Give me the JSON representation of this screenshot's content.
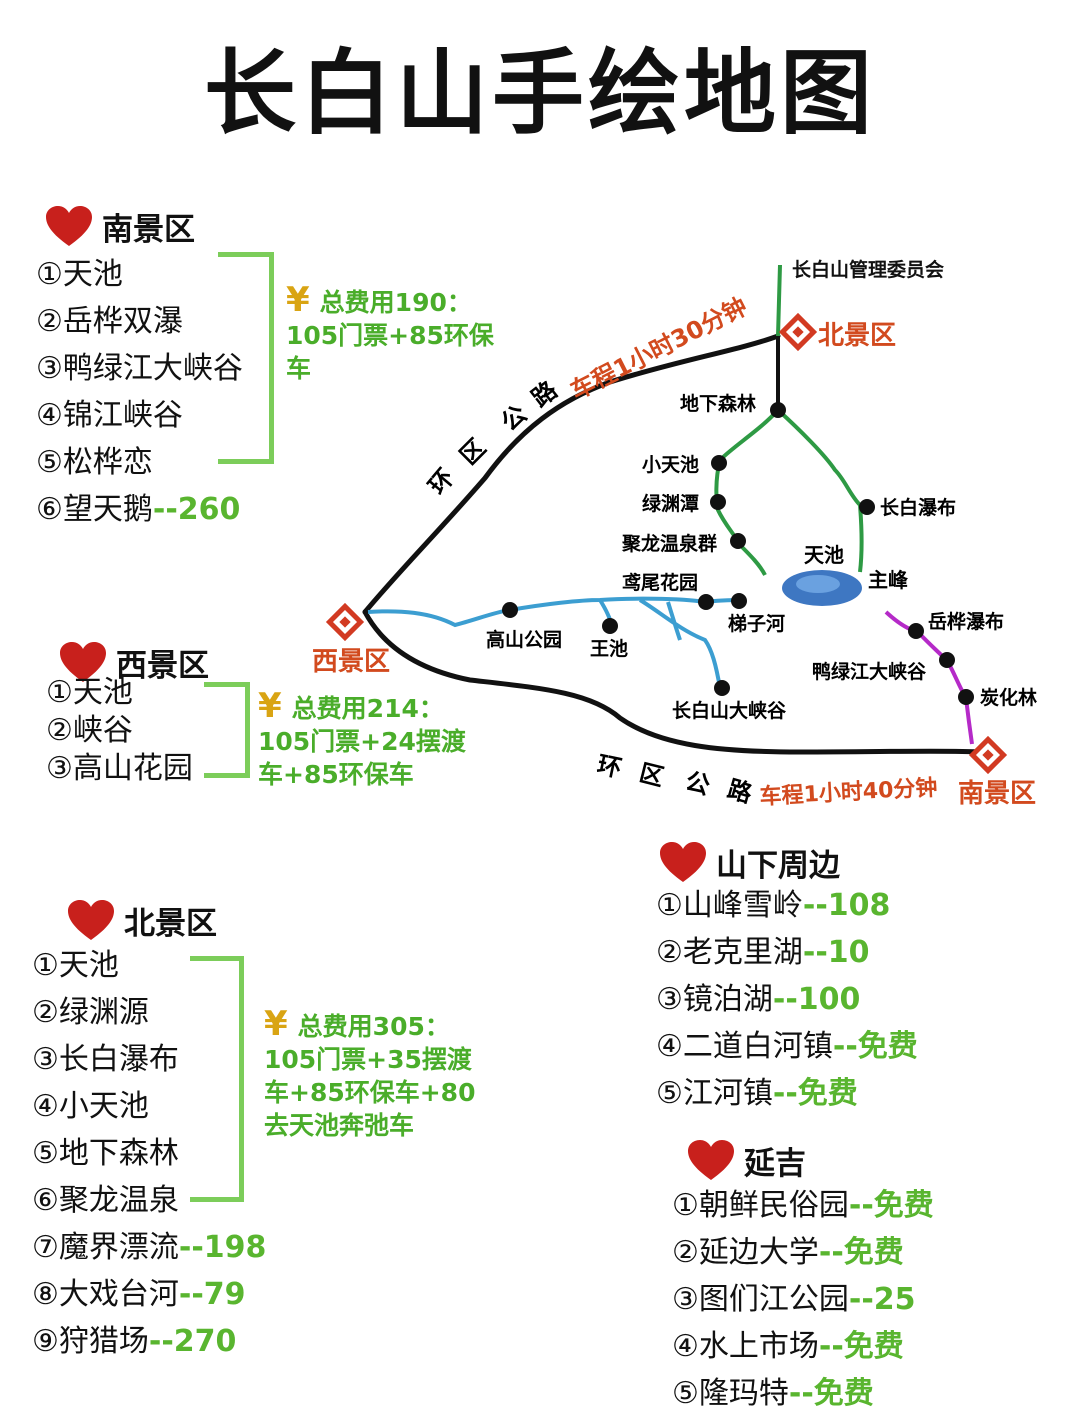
{
  "title": "长白山手绘地图",
  "colors": {
    "accent_green": "#59b52f",
    "bracket_green": "#7ccd5a",
    "heart_red": "#c8201c",
    "route_orange": "#d24a1e",
    "yen_gold": "#d9a413",
    "river_blue": "#3c9ed1",
    "trail_green": "#2e9a44",
    "trail_purple": "#b52ac8"
  },
  "south": {
    "heading": "南景区",
    "items": [
      {
        "label": "①天池",
        "price": ""
      },
      {
        "label": "②岳桦双瀑",
        "price": ""
      },
      {
        "label": "③鸭绿江大峡谷",
        "price": ""
      },
      {
        "label": "④锦江峡谷",
        "price": ""
      },
      {
        "label": "⑤松桦恋",
        "price": ""
      },
      {
        "label": "⑥望天鹅",
        "price": "--260"
      }
    ],
    "fee_icon": "yen-icon",
    "fee_first": "总费用190：",
    "fee_rest": "105门票+85环保车"
  },
  "west": {
    "heading": "西景区",
    "items": [
      {
        "label": "①天池"
      },
      {
        "label": "②峡谷"
      },
      {
        "label": "③高山花园"
      }
    ],
    "fee_first": "总费用214：",
    "fee_rest": "105门票+24摆渡车+85环保车"
  },
  "north": {
    "heading": "北景区",
    "items": [
      {
        "label": "①天池",
        "price": ""
      },
      {
        "label": "②绿渊源",
        "price": ""
      },
      {
        "label": "③长白瀑布",
        "price": ""
      },
      {
        "label": "④小天池",
        "price": ""
      },
      {
        "label": "⑤地下森林",
        "price": ""
      },
      {
        "label": "⑥聚龙温泉",
        "price": ""
      },
      {
        "label": "⑦魔界漂流",
        "price": "--198"
      },
      {
        "label": "⑧大戏台河",
        "price": "--79"
      },
      {
        "label": "⑨狩猎场",
        "price": "--270"
      }
    ],
    "fee_first": "总费用305：",
    "fee_rest": "105门票+35摆渡车+85环保车+80去天池奔弛车"
  },
  "nearby": {
    "heading": "山下周边",
    "items": [
      {
        "label": "①山峰雪岭",
        "price": "--108"
      },
      {
        "label": "②老克里湖",
        "price": "--10"
      },
      {
        "label": "③镜泊湖",
        "price": "--100"
      },
      {
        "label": "④二道白河镇",
        "price": "--免费"
      },
      {
        "label": "⑤江河镇",
        "price": "--免费"
      }
    ]
  },
  "yanji": {
    "heading": "延吉",
    "items": [
      {
        "label": "①朝鲜民俗园",
        "price": "--免费"
      },
      {
        "label": "②延边大学",
        "price": "--免费"
      },
      {
        "label": "③图们江公园",
        "price": "--25"
      },
      {
        "label": "④水上市场",
        "price": "--免费"
      },
      {
        "label": "⑤隆玛特",
        "price": "--免费"
      }
    ]
  },
  "map": {
    "mgmt": "长白山管理委员会",
    "north_gate": "北景区",
    "west_gate": "西景区",
    "south_gate": "南景区",
    "road_top_chars": [
      "环",
      "区",
      "公",
      "路"
    ],
    "road_top_time": "车程1小时30分钟",
    "road_bottom_chars": [
      "环",
      "区",
      "公",
      "路"
    ],
    "road_bottom_time": "车程1小时40分钟",
    "tianchi": "天池",
    "zhufeng": "主峰",
    "spots": {
      "dixia": "地下森林",
      "xiaotianchi": "小天池",
      "lvyuantan": "绿渊潭",
      "julong": "聚龙温泉群",
      "changbai_falls": "长白瀑布",
      "yuanwei": "鸢尾花园",
      "tizi": "梯子河",
      "gaoshan": "高山公园",
      "wangchi": "王池",
      "canyon": "长白山大峡谷",
      "yuehua": "岳桦瀑布",
      "yalu": "鸭绿江大峡谷",
      "tanhua": "炭化林"
    }
  }
}
